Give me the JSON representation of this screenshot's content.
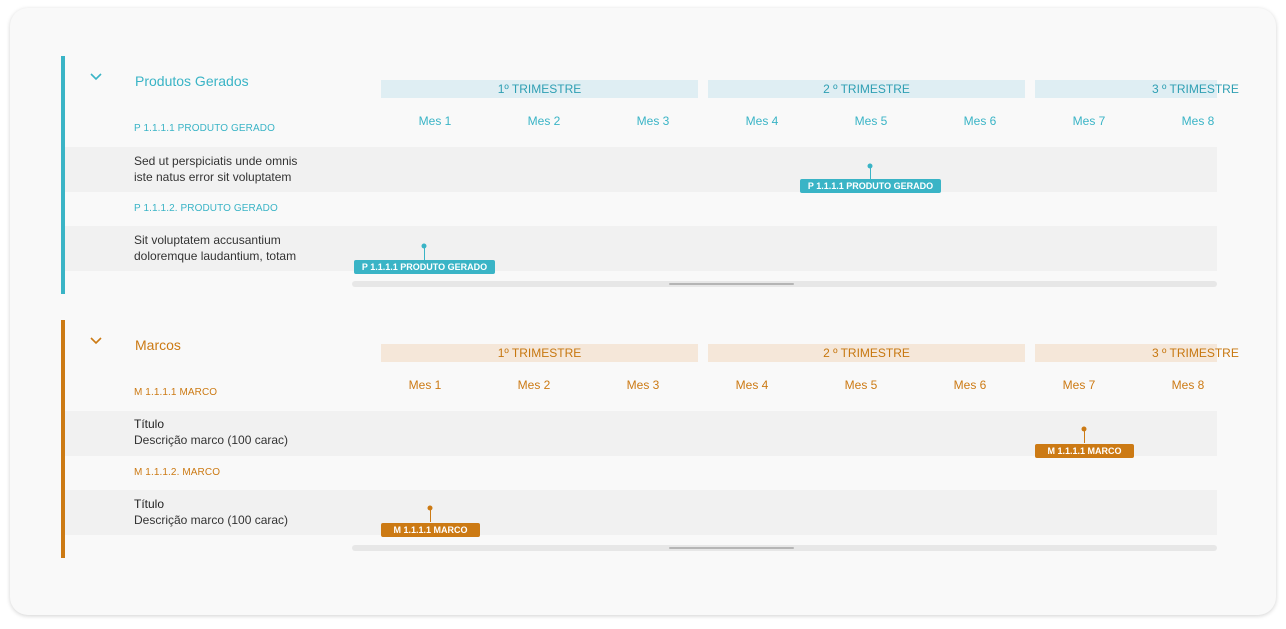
{
  "colors": {
    "teal": "#3ab4c6",
    "teal_light": "#dfeef3",
    "orange": "#cc7a14",
    "orange_light": "#f5e7d9",
    "card_bg": "#f9f9f9",
    "row_bg": "#f1f1f1"
  },
  "produtos": {
    "title": "Produtos Gerados",
    "quarters": [
      "1º TRIMESTRE",
      "2 º TRIMESTRE",
      "3 º TRIMESTRE"
    ],
    "months": [
      "Mes 1",
      "Mes 2",
      "Mes 3",
      "Mes 4",
      "Mes 5",
      "Mes 6",
      "Mes 7",
      "Mes 8"
    ],
    "items": [
      {
        "code": "P 1.1.1.1 PRODUTO GERADO",
        "desc_line1": "Sed ut perspiciatis unde omnis",
        "desc_line2": "iste natus error sit voluptatem",
        "marker_label": "P 1.1.1.1 PRODUTO GERADO"
      },
      {
        "code": "P 1.1.1.2.  PRODUTO GERADO",
        "desc_line1": "Sit voluptatem accusantium",
        "desc_line2": "doloremque laudantium, totam",
        "marker_label": "P 1.1.1.1 PRODUTO GERADO"
      }
    ]
  },
  "marcos": {
    "title": "Marcos",
    "quarters": [
      "1º TRIMESTRE",
      "2 º TRIMESTRE",
      "3 º TRIMESTRE"
    ],
    "months": [
      "Mes 1",
      "Mes 2",
      "Mes 3",
      "Mes 4",
      "Mes 5",
      "Mes 6",
      "Mes 7",
      "Mes 8"
    ],
    "items": [
      {
        "code": "M 1.1.1.1 MARCO",
        "title": "Título",
        "desc": "Descrição marco (100 carac)",
        "marker_label": "M 1.1.1.1 MARCO"
      },
      {
        "code": "M 1.1.1.2. MARCO",
        "title": "Título",
        "desc": "Descrição marco (100 carac)",
        "marker_label": "M 1.1.1.1 MARCO"
      }
    ]
  }
}
